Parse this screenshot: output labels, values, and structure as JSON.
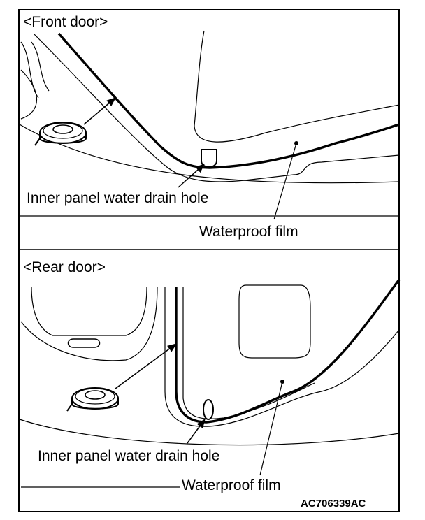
{
  "front": {
    "title": "<Front door>",
    "drain_label": "Inner panel water drain hole",
    "film_label": "Waterproof film"
  },
  "rear": {
    "title": "<Rear door>",
    "drain_label": "Inner panel water drain hole",
    "film_label": "Waterproof film"
  },
  "figure_code": "AC706339AC"
}
